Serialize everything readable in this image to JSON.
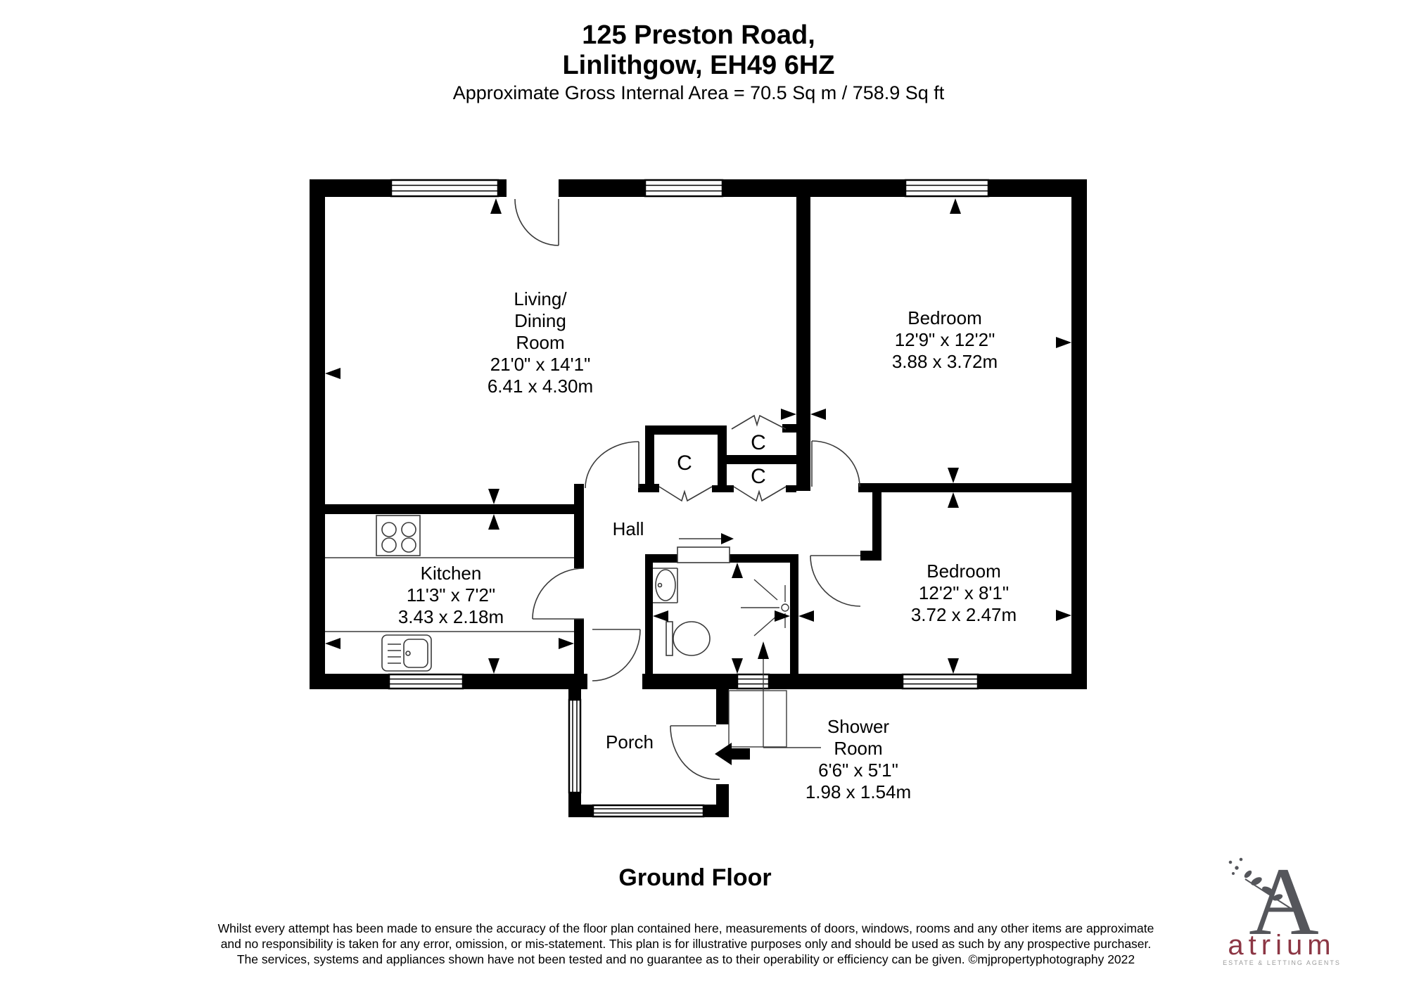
{
  "header": {
    "address_line1": "125 Preston Road,",
    "address_line2": "Linlithgow, EH49 6HZ",
    "area_line": "Approximate Gross Internal Area = 70.5 Sq m / 758.9 Sq ft"
  },
  "floor_label": "Ground Floor",
  "rooms": {
    "living": {
      "name_lines": [
        "Living/",
        "Dining",
        "Room"
      ],
      "imperial": "21'0\" x 14'1\"",
      "metric": "6.41 x 4.30m"
    },
    "bedroom1": {
      "name": "Bedroom",
      "imperial": "12'9\" x 12'2\"",
      "metric": "3.88 x 3.72m"
    },
    "bedroom2": {
      "name": "Bedroom",
      "imperial": "12'2\" x 8'1\"",
      "metric": "3.72 x 2.47m"
    },
    "kitchen": {
      "name": "Kitchen",
      "imperial": "11'3\" x 7'2\"",
      "metric": "3.43 x 2.18m"
    },
    "shower": {
      "name_lines": [
        "Shower",
        "Room"
      ],
      "imperial": "6'6\" x 5'1\"",
      "metric": "1.98 x 1.54m"
    },
    "hall": {
      "name": "Hall"
    },
    "porch": {
      "name": "Porch"
    },
    "closet": {
      "label": "C"
    }
  },
  "disclaimer_lines": [
    "Whilst every attempt has been made to ensure the accuracy of the floor plan contained here, measurements of doors, windows, rooms and any other items are approximate",
    "and no responsibility is taken for any error, omission, or mis-statement. This plan is for illustrative purposes only and should be used as such by any prospective purchaser.",
    "The services, systems and appliances shown have not been tested and no guarantee as to their operability or efficiency can be given. ©mjpropertyphotography 2022"
  ],
  "logo": {
    "monogram": "A",
    "brand": "atrium",
    "tagline": "ESTATE & LETTING AGENTS"
  },
  "colors": {
    "wall": "#000000",
    "line": "#3a3a3a",
    "logo_monogram": "#55565b",
    "logo_brand": "#8c3644",
    "logo_tagline": "#9b9b9b"
  }
}
